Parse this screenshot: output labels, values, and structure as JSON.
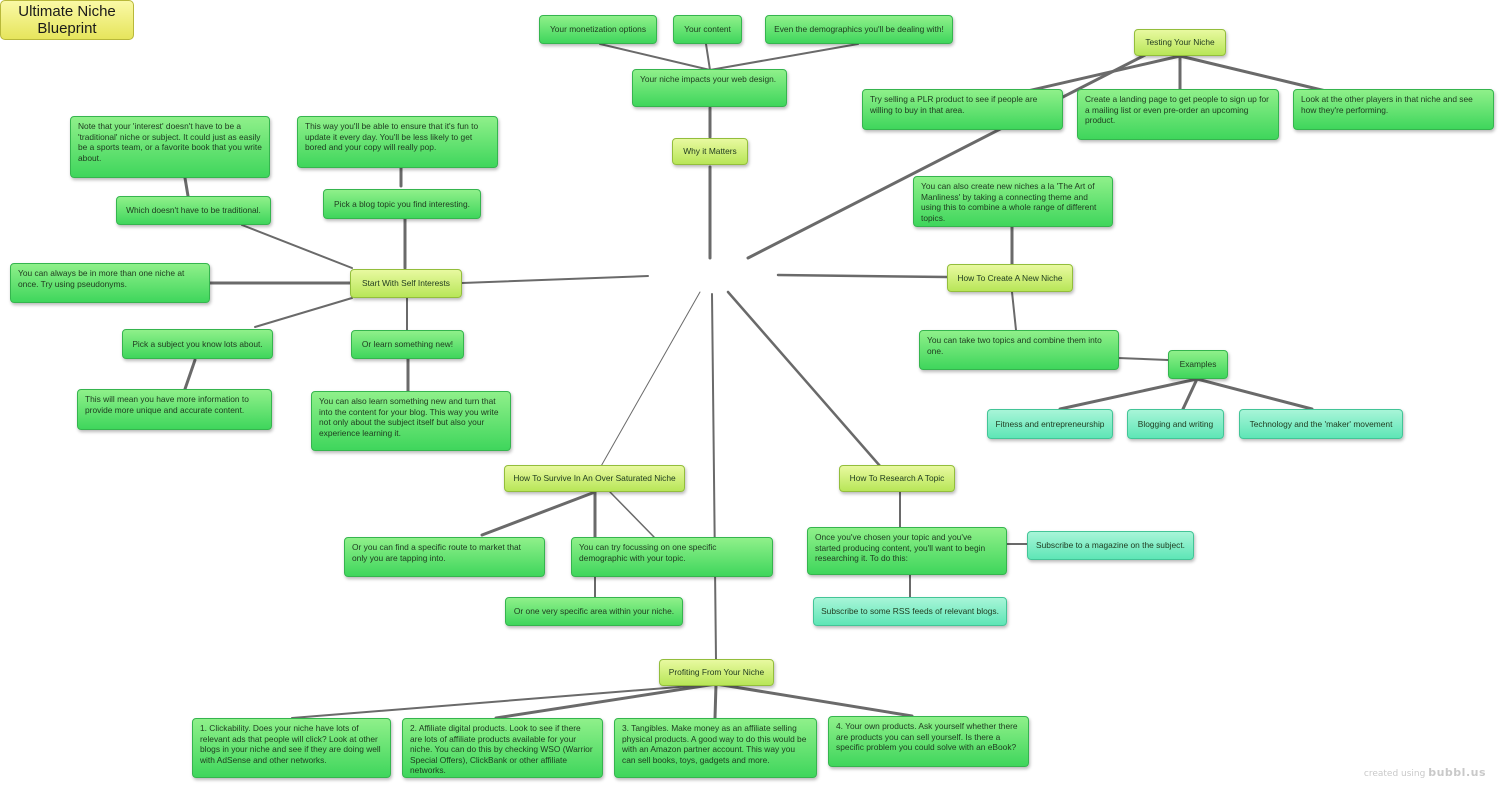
{
  "map": {
    "root": "Ultimate Niche Blueprint",
    "why_it_matters": {
      "title": "Why it Matters",
      "web_design": "Your niche impacts your web design.",
      "monetization": "Your monetization options",
      "content": "Your content",
      "demographics": "Even the demographics you'll be dealing with!"
    },
    "testing": {
      "title": "Testing Your Niche",
      "plr": "Try selling a PLR product to see if people are willing to buy in that area.",
      "landing": "Create a landing page to get people to sign up for a mailing list or even pre-order an upcoming product.",
      "players": "Look at the other players in that niche and see how they're performing."
    },
    "create": {
      "title": "How To Create A New Niche",
      "manliness": "You can also create new niches a la 'The Art of Manliness' by taking a connecting theme and using this to combine a whole range of different topics.",
      "combine": "You can take two topics and combine them into one.",
      "examples": "Examples",
      "fitness": "Fitness and entrepreneurship",
      "blogging": "Blogging and writing",
      "technology": "Technology and the 'maker' movement"
    },
    "self_interests": {
      "title": "Start With Self Interests",
      "traditional_note": "Note that your 'interest' doesn't have to be a 'traditional' niche or subject. It could just as easily be a sports team, or a favorite book that you write about.",
      "traditional": "Which doesn't have to be traditional.",
      "fun_note": "This way you'll be able to ensure that it's fun to update it every day. You'll be less likely to get bored and your copy will really pop.",
      "blog_topic": "Pick a blog topic you find interesting.",
      "pseudonyms": "You can always be in more than one niche at once. Try using pseudonyms.",
      "know_lots": "Pick a subject you know lots about.",
      "more_info": "This will mean you have more information to provide more unique and accurate content.",
      "learn": "Or learn something new!",
      "learn_note": "You can also learn something new and turn that into the content for your blog. This way you write not only about the subject itself but also your experience learning it."
    },
    "saturated": {
      "title": "How To Survive In An Over Saturated Niche",
      "route": "Or you can find a specific route to market that only you are tapping into.",
      "demographic": "You can try focussing on one specific demographic with your topic.",
      "area": "Or one very specific area within your niche."
    },
    "research": {
      "title": "How To Research A Topic",
      "start": "Once you've chosen your topic and you've started producing content, you'll want to begin researching it. To do this:",
      "magazine": "Subscribe to a magazine on the subject.",
      "rss": "Subscribe to some RSS feeds of relevant blogs."
    },
    "profiting": {
      "title": "Profiting From Your Niche",
      "clickability": "1. Clickability. Does your niche have lots of relevant ads that people will click? Look at other blogs in your niche and see if they are doing well with AdSense and other networks.",
      "affiliate": "2. Affiliate digital products. Look to see if there are lots of affiliate products available for your niche. You can do this by checking WSO (Warrior Special Offers), ClickBank or other affiliate networks.",
      "tangibles": "3.      Tangibles. Make money as an affiliate selling physical products. A good way to do this would be with an Amazon partner account. This way you can sell books, toys, gadgets and more.",
      "own": "4. Your own products. Ask yourself whether there are products you can sell yourself. Is there a specific problem you could solve with an eBook?"
    }
  },
  "credit": {
    "prefix": "created using",
    "brand": "bubbl.us"
  }
}
